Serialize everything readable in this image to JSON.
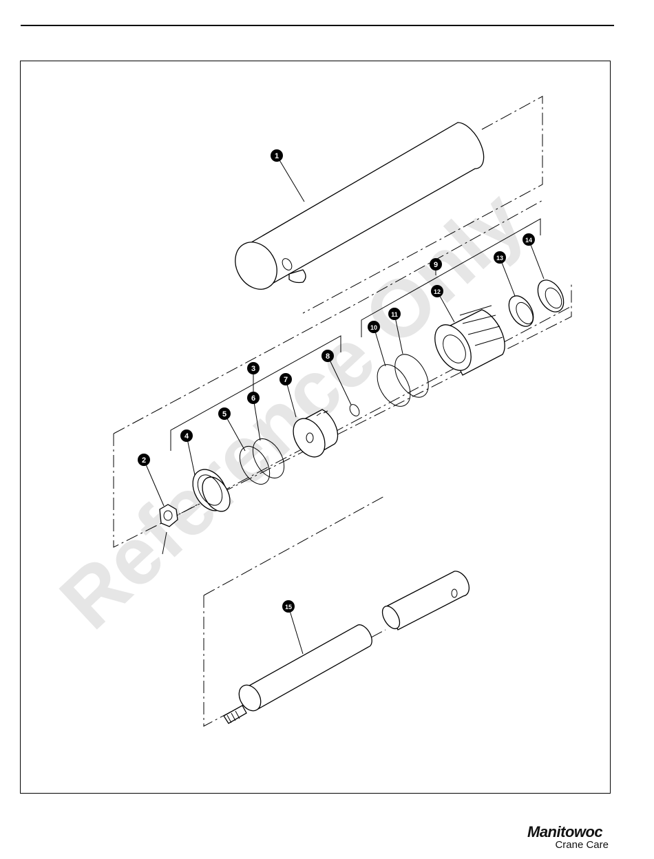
{
  "watermark": "Reference Only",
  "callouts": [
    {
      "id": "c1",
      "label": "1"
    },
    {
      "id": "c2",
      "label": "2"
    },
    {
      "id": "c3",
      "label": "3"
    },
    {
      "id": "c4",
      "label": "4"
    },
    {
      "id": "c5",
      "label": "5"
    },
    {
      "id": "c6",
      "label": "6"
    },
    {
      "id": "c7",
      "label": "7"
    },
    {
      "id": "c8",
      "label": "8"
    },
    {
      "id": "c9",
      "label": "9"
    },
    {
      "id": "c10",
      "label": "10"
    },
    {
      "id": "c11",
      "label": "11"
    },
    {
      "id": "c12",
      "label": "12"
    },
    {
      "id": "c13",
      "label": "13"
    },
    {
      "id": "c14",
      "label": "14"
    },
    {
      "id": "c15",
      "label": "15"
    }
  ],
  "logo": {
    "brand": "Manitowoc",
    "sub": "Crane Care"
  }
}
